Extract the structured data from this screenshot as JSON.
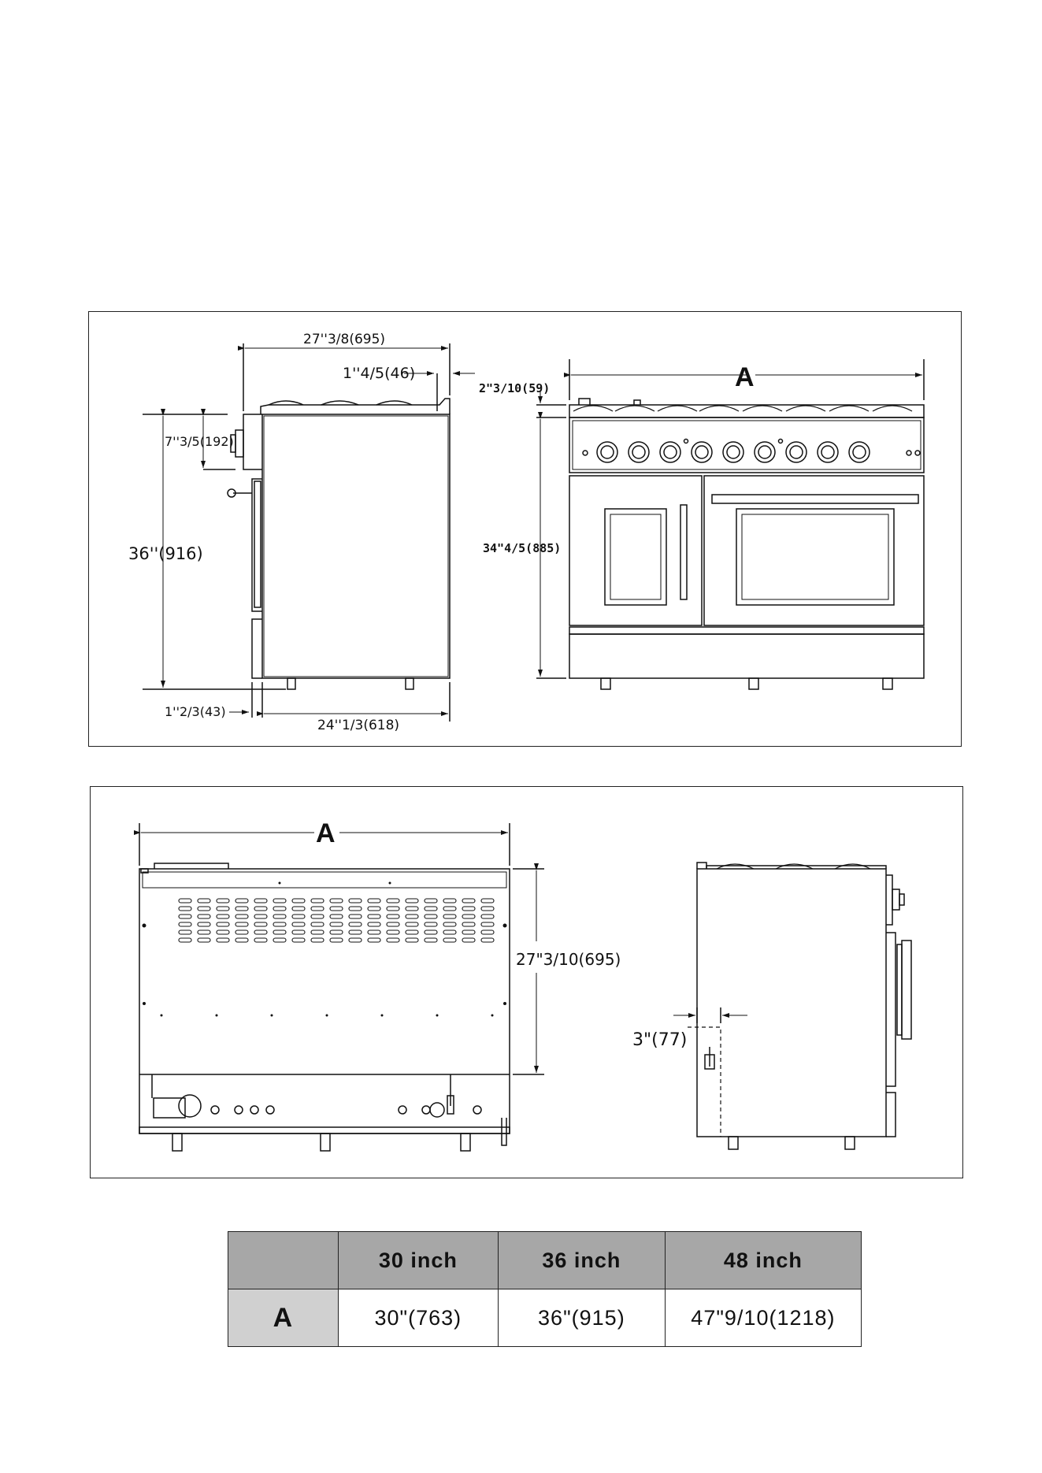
{
  "top_panel": {
    "side_view": {
      "depth_overall": "27''3/8(695)",
      "knob_depth": "1''4/5(46)",
      "panel_height": "7''3/5(192)",
      "total_height": "36''(916)",
      "front_offset": "1''2/3(43)",
      "body_depth": "24''1/3(618)"
    },
    "front_view": {
      "width_label": "A",
      "grate_height": "2\"3/10(59)",
      "body_height": "34\"4/5(885)"
    }
  },
  "bottom_panel": {
    "rear_view": {
      "width_label": "A",
      "back_height": "27\"3/10(695)"
    },
    "side_view": {
      "gas_inlet_offset": "3\"(77)"
    }
  },
  "spec_table": {
    "columns": [
      "",
      "30 inch",
      "36 inch",
      "48 inch"
    ],
    "rows": [
      {
        "label": "A",
        "values": [
          "30\"(763)",
          "36\"(915)",
          "47\"9/10(1218)"
        ]
      }
    ]
  }
}
